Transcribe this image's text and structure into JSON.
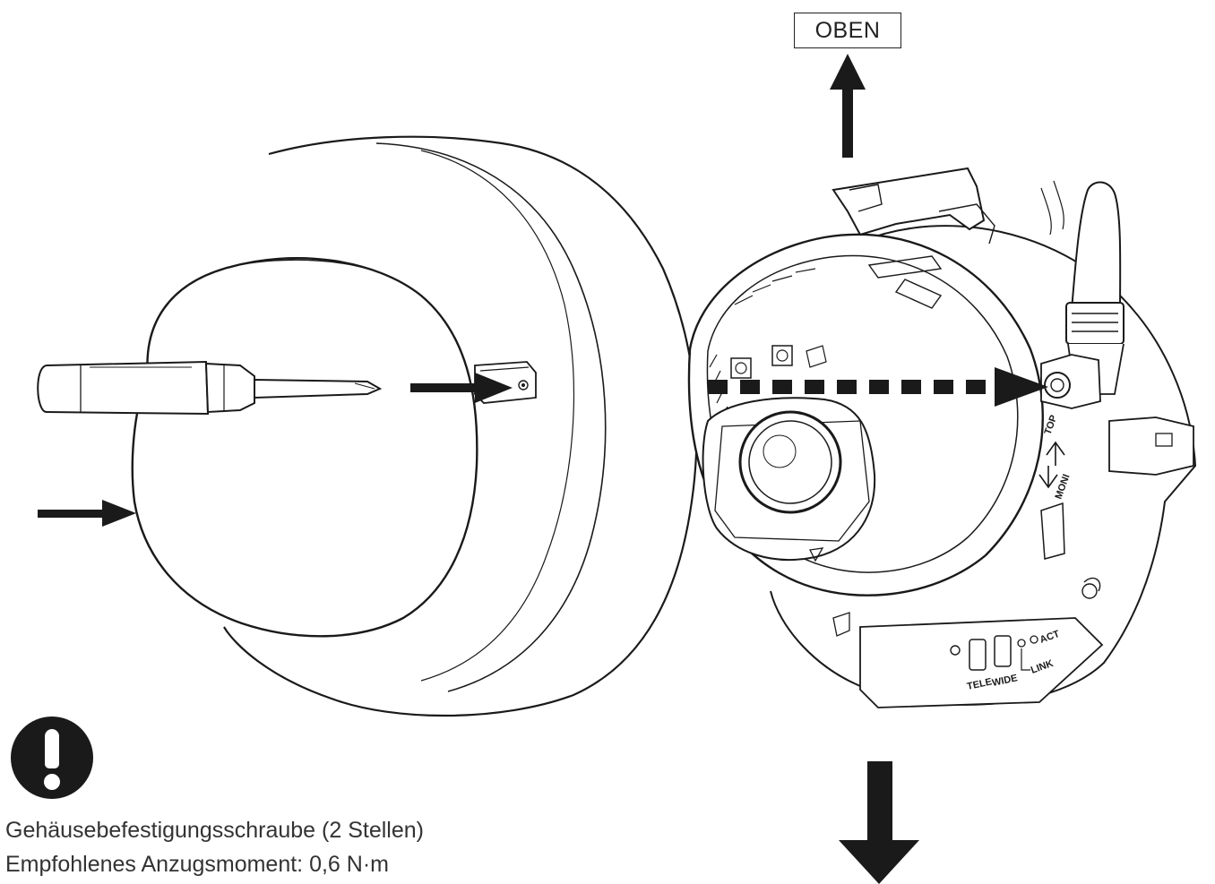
{
  "labels": {
    "up": "OBEN",
    "caption_line1": "Gehäusebefestigungsschraube (2 Stellen)",
    "caption_line2": "Empfohlenes Anzugsmoment: 0,6 N·m",
    "jack_top": "TOP",
    "switch_mono": "MONI",
    "btn_tele": "TELE",
    "btn_wide": "WIDE",
    "led_act": "ACT",
    "led_link": "LINK"
  },
  "icons": {
    "warning": "exclamation-circle-icon",
    "arrow_up": "arrow-up-icon",
    "arrow_down": "arrow-down-icon",
    "arrow_right": "arrow-right-icon"
  },
  "colors": {
    "line": "#1a1a1a",
    "background": "#ffffff"
  }
}
